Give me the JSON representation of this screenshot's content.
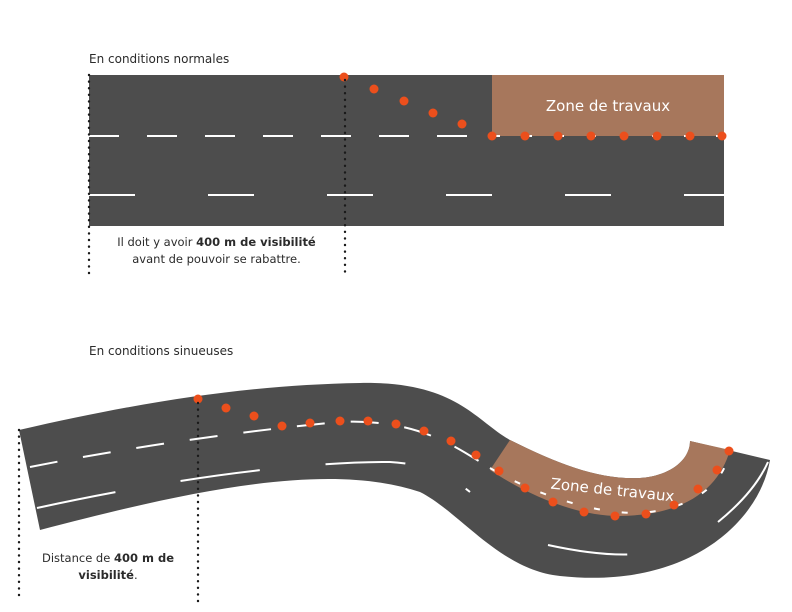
{
  "normal": {
    "title": "En conditions normales",
    "zone_label": "Zone de travaux",
    "caption_line1_pre": "Il doit y avoir ",
    "caption_line1_bold": "400 m de visibilité",
    "caption_line2": "avant de pouvoir se rabattre."
  },
  "winding": {
    "title": "En conditions sinueuses",
    "zone_label": "Zone de travaux",
    "caption_line1_pre": "Distance de ",
    "caption_line1_bold": "400 m de",
    "caption_line2_bold": "visibilité",
    "caption_line2_post": "."
  },
  "colors": {
    "road": "#4d4d4d",
    "work_zone": "#a7775c",
    "cone": "#ec4f1c",
    "marking": "#ffffff",
    "text": "#2b2b2b"
  }
}
